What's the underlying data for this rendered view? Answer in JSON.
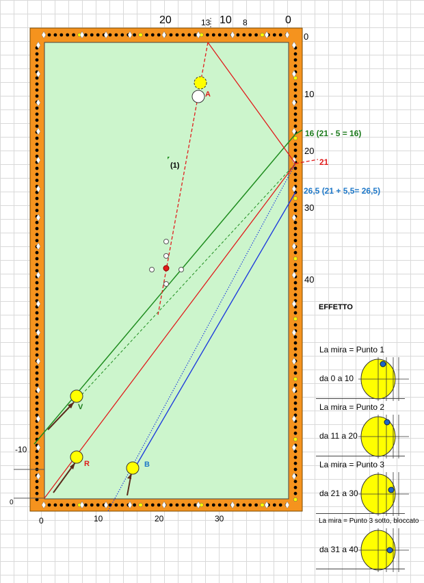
{
  "top_labels": {
    "t20": "20",
    "t13": "13",
    "t10": "10",
    "t8": "8",
    "t0": "0"
  },
  "right_labels": {
    "r0": "0",
    "r10": "10",
    "r20": "20",
    "r30": "30",
    "r40": "40"
  },
  "bottom_labels": {
    "b0": "0",
    "b10": "10",
    "b20": "20",
    "b30": "30"
  },
  "left_labels": {
    "lm10": "-10",
    "l0": "0"
  },
  "annotations": {
    "sixteen": "16   (21 - 5 = 16)",
    "twentyone": "21",
    "twentysix": "26,5  (21 + 5,5= 26,5)",
    "one": "(1)"
  },
  "balls": {
    "A": "A",
    "V": "V",
    "R": "R",
    "B": "B"
  },
  "effect": {
    "title": "EFFETTO",
    "rows": [
      {
        "title": "La mira = Punto 1",
        "range": "da 0 a 10"
      },
      {
        "title": "La mira = Punto 2",
        "range": "da 11 a 20"
      },
      {
        "title": "La mira = Punto 3",
        "range": "da 21 a 30"
      },
      {
        "title": "La mira = Punto 3 sotto, bloccato",
        "range": "da 31 a 40"
      }
    ]
  },
  "colors": {
    "rail": "#f5931e",
    "cloth": "#ccf5cc",
    "green_line": "#1e8c1e",
    "red_line": "#e01b1b",
    "blue_line": "#1e3cdc",
    "ball_yellow": "#ffff00",
    "marker_blue": "#1e64c8"
  }
}
